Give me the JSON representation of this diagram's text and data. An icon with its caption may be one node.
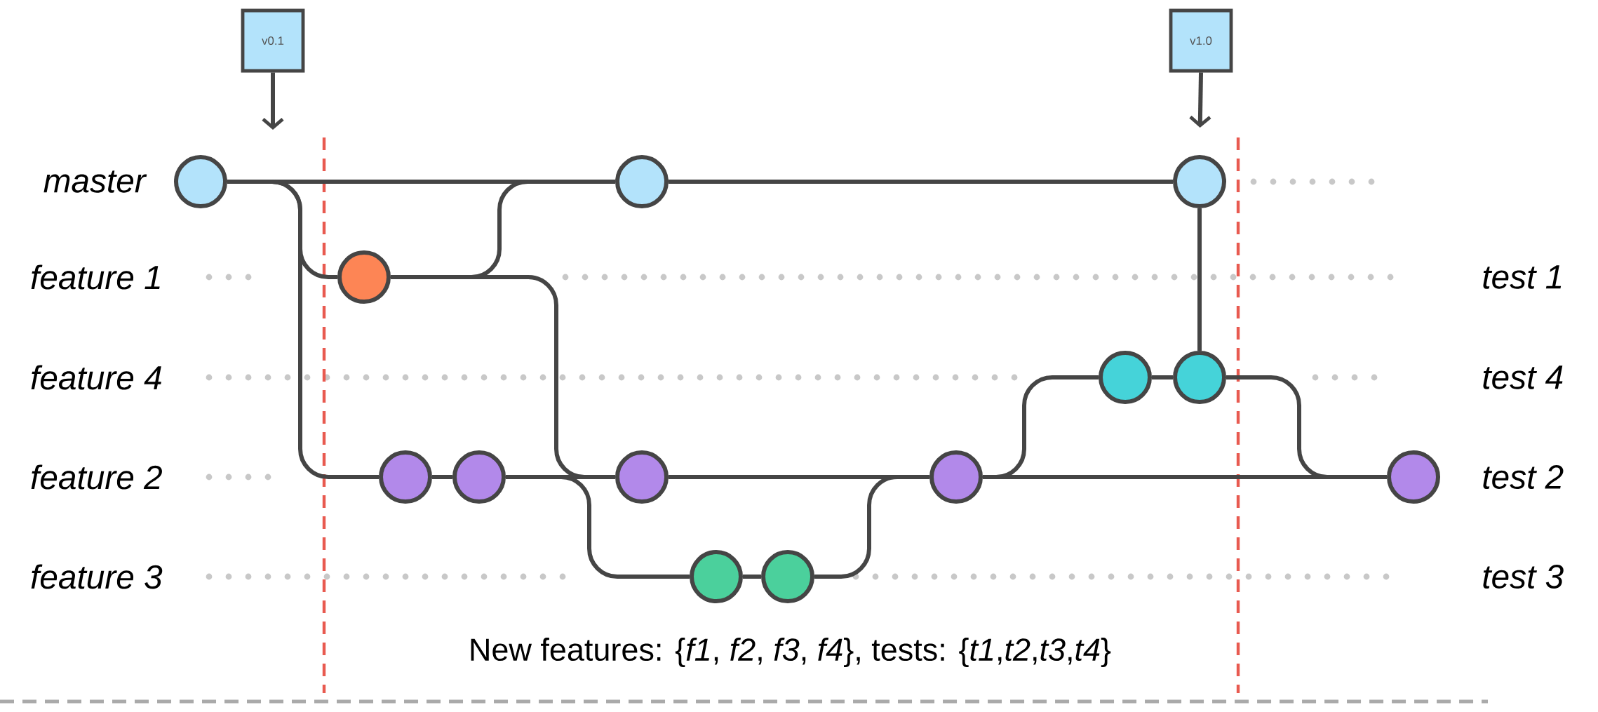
{
  "diagram": {
    "caption": "New features: {*f1*, *f2*, *f3*, *f4*},  tests: {*t1*,*t2*,*t3*,*t4*}",
    "nodes": [
      {
        "text": [
          "v0.1"
        ]
      },
      {
        "text": [
          "v1.0"
        ]
      },
      {
        "text": [],
        "shape": "circle"
      },
      {
        "text": [],
        "shape": "circle"
      },
      {
        "text": [],
        "shape": "circle"
      },
      {
        "text": [],
        "shape": "circle"
      },
      {
        "text": [],
        "shape": "circle"
      },
      {
        "text": [],
        "shape": "circle"
      },
      {
        "text": [],
        "shape": "circle"
      },
      {
        "text": [],
        "shape": "circle"
      },
      {
        "text": [],
        "shape": "circle"
      },
      {
        "text": [],
        "shape": "circle"
      },
      {
        "text": [],
        "shape": "circle"
      },
      {
        "text": [],
        "shape": "circle"
      },
      {
        "text": [],
        "shape": "circle"
      }
    ],
    "edges": [
      {
        "from": 0,
        "to": null,
        "arrow": "to"
      },
      {
        "from": 1,
        "to": 4,
        "arrow": "to"
      },
      {
        "from": 2,
        "to": 3,
        "arrow": "none"
      },
      {
        "from": 3,
        "to": 4,
        "arrow": "none"
      },
      {
        "from": 2,
        "to": 5,
        "arrow": "none"
      },
      {
        "from": 2,
        "to": 8,
        "arrow": "none"
      },
      {
        "from": 5,
        "to": 3,
        "arrow": "none"
      },
      {
        "from": 5,
        "to": 10,
        "arrow": "none"
      },
      {
        "from": 8,
        "to": 9,
        "arrow": "none"
      },
      {
        "from": 9,
        "to": 10,
        "arrow": "none"
      },
      {
        "from": 9,
        "to": 13,
        "arrow": "none"
      },
      {
        "from": 13,
        "to": 14,
        "arrow": "none"
      },
      {
        "from": 14,
        "to": 11,
        "arrow": "none"
      },
      {
        "from": 10,
        "to": 11,
        "arrow": "none"
      },
      {
        "from": 11,
        "to": 6,
        "arrow": "none"
      },
      {
        "from": 6,
        "to": 7,
        "arrow": "none"
      },
      {
        "from": 7,
        "to": 4,
        "arrow": "none"
      },
      {
        "from": 7,
        "to": 12,
        "arrow": "none"
      },
      {
        "from": 11,
        "to": 12,
        "arrow": "none"
      }
    ],
    "labels": [
      "master",
      "feature 1",
      "test 1",
      "feature 4",
      "test 4",
      "feature 2",
      "test 2",
      "feature 3",
      "test 3"
    ]
  }
}
